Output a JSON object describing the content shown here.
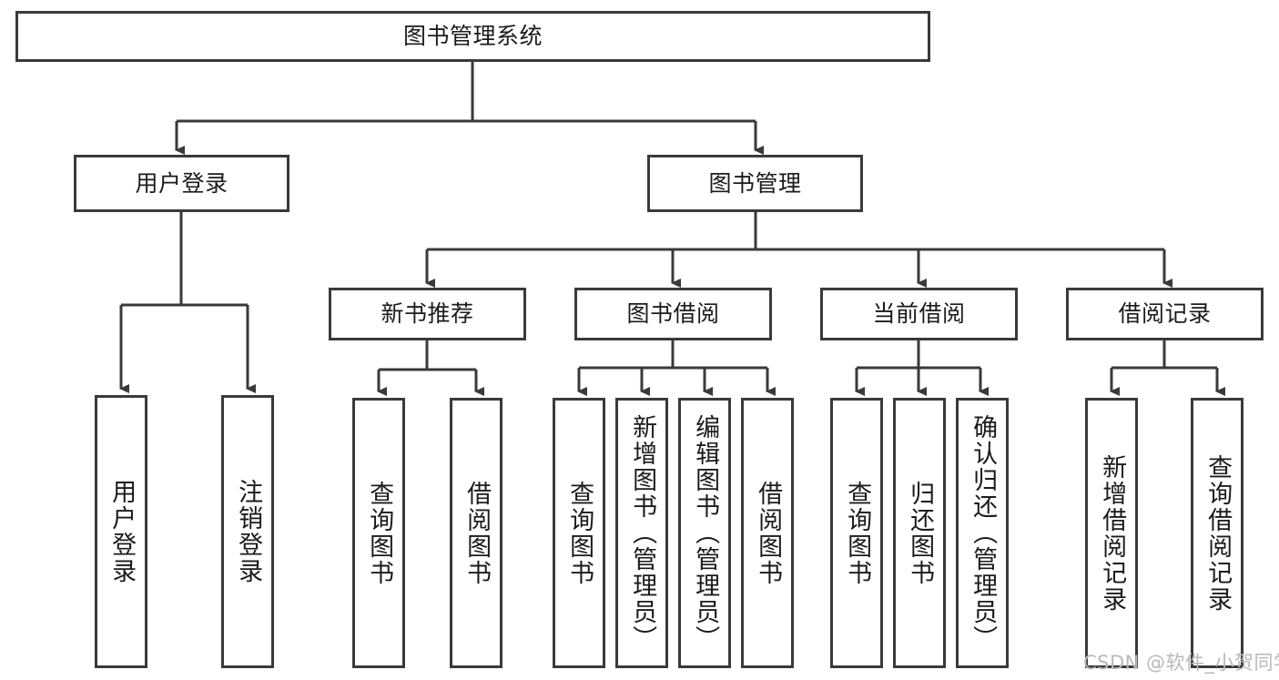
{
  "diagram": {
    "title": "图书管理系统",
    "type": "tree-hierarchy",
    "colors": {
      "box_border": "#3a3a3a",
      "box_fill": "#ffffff",
      "link": "#3a3a3a",
      "text": "#1b1b1b",
      "watermark": "#b9b9b9"
    },
    "nodes": {
      "root": {
        "label": "图书管理系统"
      },
      "level2": [
        {
          "label": "用户登录"
        },
        {
          "label": "图书管理"
        }
      ],
      "level3": [
        {
          "label": "新书推荐"
        },
        {
          "label": "图书借阅"
        },
        {
          "label": "当前借阅"
        },
        {
          "label": "借阅记录"
        }
      ],
      "leaves": {
        "user_login": [
          {
            "label": "用户登录"
          },
          {
            "label": "注销登录"
          }
        ],
        "new_book": [
          {
            "label": "查询图书"
          },
          {
            "label": "借阅图书"
          }
        ],
        "book_borrow": [
          {
            "label": "查询图书"
          },
          {
            "label": "新增图书（管理员）"
          },
          {
            "label": "编辑图书（管理员）"
          },
          {
            "label": "借阅图书"
          }
        ],
        "current_borrow": [
          {
            "label": "查询图书"
          },
          {
            "label": "归还图书"
          },
          {
            "label": "确认归还（管理员）"
          }
        ],
        "borrow_record": [
          {
            "label": "新增借阅记录"
          },
          {
            "label": "查询借阅记录"
          }
        ]
      }
    }
  },
  "watermark": {
    "text": "CSDN @软件_小贺同学"
  }
}
